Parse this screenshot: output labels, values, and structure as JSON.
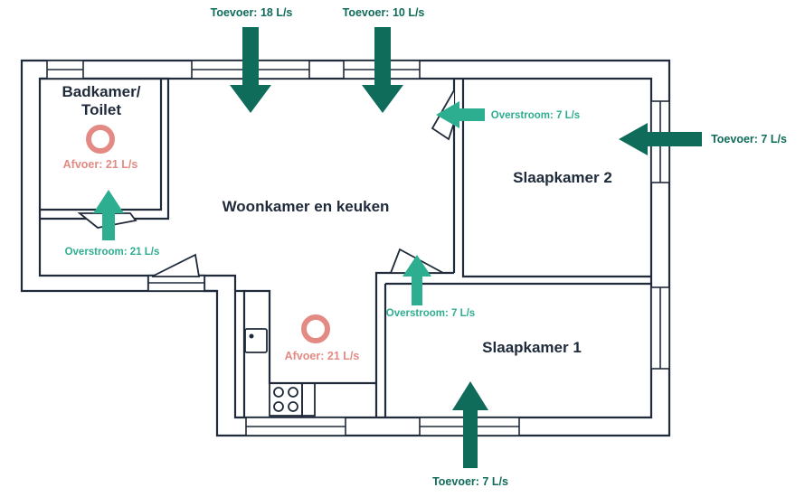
{
  "rooms": {
    "bathroom_line1": "Badkamer/",
    "bathroom_line2": "Toilet",
    "living": "Woonkamer en keuken",
    "bedroom2": "Slaapkamer 2",
    "bedroom1": "Slaapkamer 1"
  },
  "flows": {
    "supply_left": "Toevoer: 18 L/s",
    "supply_mid": "Toevoer: 10 L/s",
    "supply_right": "Toevoer: 7 L/s",
    "supply_bottom": "Toevoer: 7 L/s",
    "overflow_top": "Overstroom: 7 L/s",
    "overflow_bath": "Overstroom: 21 L/s",
    "overflow_bed1": "Overstroom: 7 L/s",
    "exhaust_bath": "Afvoer: 21 L/s",
    "exhaust_kitchen": "Afvoer: 21 L/s"
  },
  "colors": {
    "wall": "#1f2a3a",
    "supply_arrow": "#0f6b5a",
    "overflow_arrow": "#2eae90",
    "exhaust_marker": "#e48a84"
  },
  "icons": {
    "supply": "arrow-icon",
    "overflow": "arrow-icon",
    "exhaust": "exhaust-ring-icon",
    "stove": "stove-icon",
    "sink": "sink-icon",
    "door": "door-swing-icon"
  }
}
